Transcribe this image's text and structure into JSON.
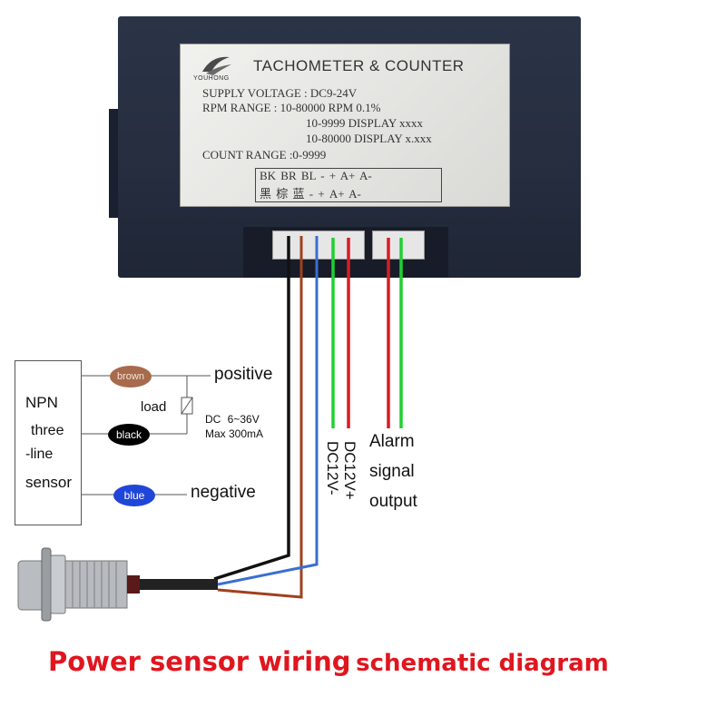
{
  "device": {
    "logo_text": "YOUHONG",
    "title": "TACHOMETER & COUNTER",
    "supply_voltage": "SUPPLY VOLTAGE : DC9-24V",
    "rpm_range": "RPM RANGE : 10-80000 RPM 0.1%",
    "display_1": "10-9999 DISPLAY xxxx",
    "display_2": "10-80000 DISPLAY x.xxx",
    "count_range": "COUNT RANGE :0-9999",
    "pins_en": "BK BR BL - + A+ A-",
    "pins_cn": "黑 棕 蓝 - + A+ A-"
  },
  "sensor_block": {
    "line1": "NPN",
    "line2": "three",
    "line3": "-line",
    "line4": "sensor"
  },
  "wires": {
    "brown": "brown",
    "black": "black",
    "blue": "blue",
    "positive": "positive",
    "negative": "negative",
    "load": "load",
    "dc_spec": "DC 6~36V",
    "max_current": "Max 300mA"
  },
  "labels": {
    "dc_neg": "DC12V-",
    "dc_pos": "DC12V+",
    "alarm_1": "Alarm",
    "alarm_2": "signal",
    "alarm_3": "output"
  },
  "title": {
    "part1": "Power sensor wiring",
    "part2": "schematic diagram"
  },
  "colors": {
    "title": "#e0161f",
    "wire_black": "#111111",
    "wire_brown": "#a0401c",
    "wire_blue": "#3a6fd0",
    "wire_green": "#20d030",
    "wire_red": "#d81c24",
    "device_body": "#2b3447"
  }
}
